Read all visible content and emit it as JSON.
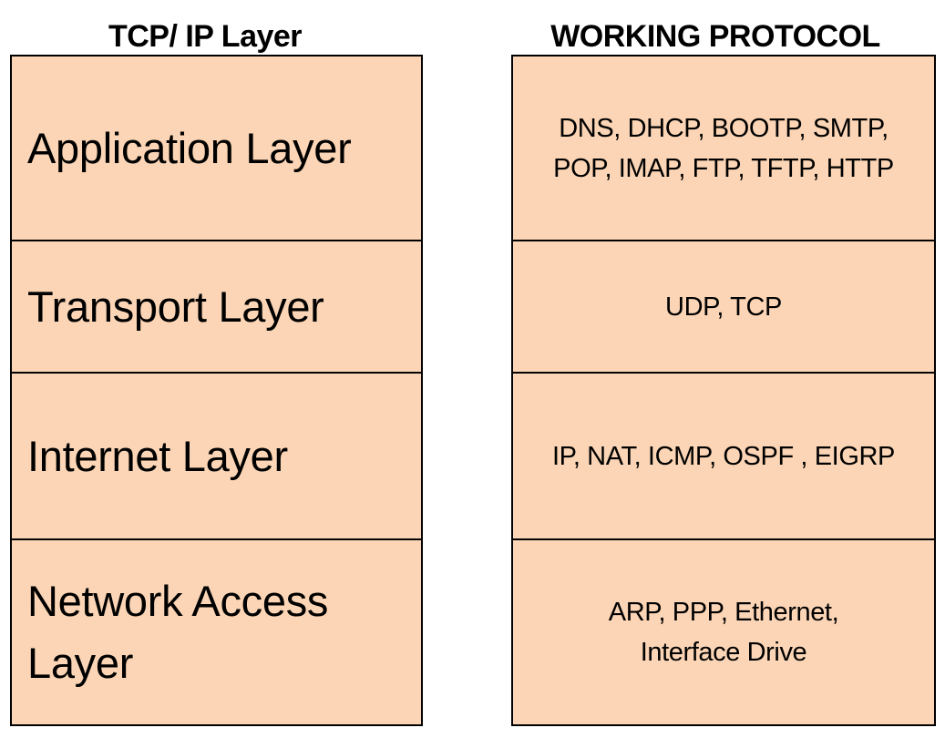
{
  "headers": {
    "left": "TCP/ IP Layer",
    "right": "WORKING PROTOCOL"
  },
  "layers": [
    {
      "name": "Application Layer",
      "protocols": "DNS, DHCP, BOOTP, SMTP,\nPOP, IMAP, FTP, TFTP, HTTP"
    },
    {
      "name": "Transport Layer",
      "protocols": "UDP, TCP"
    },
    {
      "name": "Internet Layer",
      "protocols": "IP, NAT,  ICMP, OSPF , EIGRP"
    },
    {
      "name": "Network Access\nLayer",
      "protocols": "ARP, PPP, Ethernet,\nInterface Drive"
    }
  ],
  "colors": {
    "cell_fill": "#fbd5b5",
    "border": "#000000",
    "text": "#000000"
  }
}
